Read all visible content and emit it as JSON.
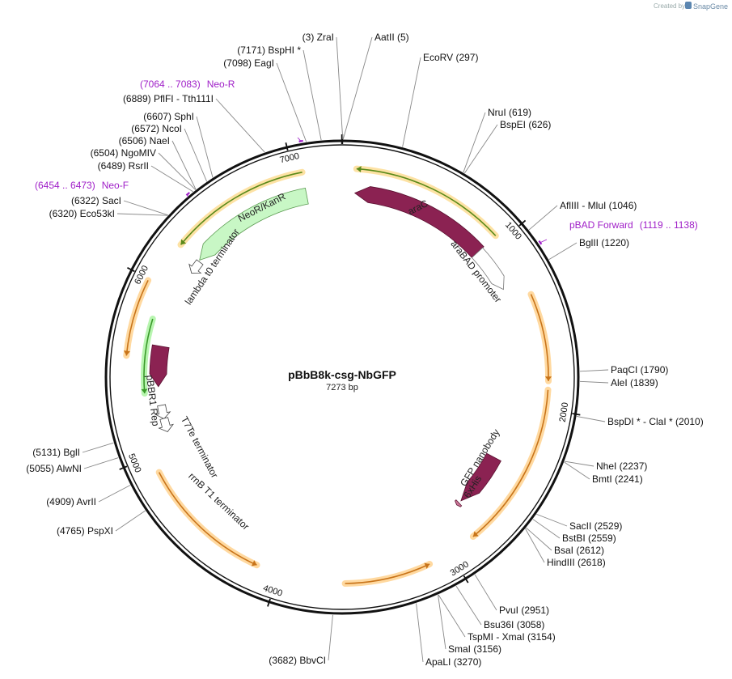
{
  "credit": {
    "prefix": "Created by",
    "brand": "SnapGene"
  },
  "plasmid": {
    "name": "pBbB8k-csg-NbGFP",
    "length": "7273 bp",
    "total_bp": 7273
  },
  "ticks": [
    {
      "pos": 0,
      "label": ""
    },
    {
      "pos": 1000,
      "label": "1000"
    },
    {
      "pos": 2000,
      "label": "2000"
    },
    {
      "pos": 3000,
      "label": "3000"
    },
    {
      "pos": 4000,
      "label": "4000"
    },
    {
      "pos": 5000,
      "label": "5000"
    },
    {
      "pos": 6000,
      "label": "6000"
    },
    {
      "pos": 7000,
      "label": "7000"
    }
  ],
  "features": [
    {
      "name": "araC",
      "start": 80,
      "end": 957,
      "direction": "reverse",
      "color": "#8b2252",
      "style": "arrow"
    },
    {
      "name": "araBAD promoter",
      "start": 957,
      "end": 1242,
      "direction": "forward",
      "color": "#ffffff",
      "style": "promoter"
    },
    {
      "name": "NeoR/KanR",
      "start": 6250,
      "end": 7050,
      "direction": "reverse",
      "color": "#c8f7c5",
      "style": "arrow"
    },
    {
      "name": "lambda t0 terminator",
      "start": 6152,
      "end": 6246,
      "direction": "reverse",
      "color": "#ffffff",
      "style": "terminator"
    },
    {
      "name": "pBBR1 Rep",
      "start": 5395,
      "end": 5650,
      "direction": "reverse",
      "color": "#8b2252",
      "style": "arrow"
    },
    {
      "name": "T7Te terminator",
      "start": 5215,
      "end": 5260,
      "direction": "reverse",
      "color": "#ffffff",
      "style": "terminator"
    },
    {
      "name": "rrnB T1 terminator",
      "start": 5120,
      "end": 5190,
      "direction": "reverse",
      "color": "#ffffff",
      "style": "terminator"
    },
    {
      "name": "GFP nanobody",
      "start": 2380,
      "end": 2750,
      "direction": "forward",
      "color": "#8b2252",
      "style": "arrow"
    },
    {
      "name": "6xHis",
      "start": 2770,
      "end": 2790,
      "direction": "forward",
      "color": "#cc7799",
      "style": "tag"
    }
  ],
  "orfs": [
    {
      "start": 80,
      "end": 957,
      "direction": "reverse",
      "color": "orange-green"
    },
    {
      "start": 6250,
      "end": 7050,
      "direction": "reverse",
      "color": "orange-green"
    },
    {
      "start": 1340,
      "end": 1840,
      "direction": "forward",
      "color": "orange"
    },
    {
      "start": 1890,
      "end": 2840,
      "direction": "forward",
      "color": "orange"
    },
    {
      "start": 3130,
      "end": 3620,
      "direction": "reverse",
      "color": "orange"
    },
    {
      "start": 4130,
      "end": 4900,
      "direction": "reverse",
      "color": "orange"
    },
    {
      "start": 5360,
      "end": 5800,
      "direction": "reverse",
      "color": "green"
    },
    {
      "start": 5570,
      "end": 5990,
      "direction": "reverse",
      "color": "orange"
    }
  ],
  "primers": [
    {
      "name": "Neo-R",
      "range": "(7064 .. 7083)",
      "pos": 7073,
      "direction": "reverse",
      "color": "#a020c8"
    },
    {
      "name": "pBAD Forward",
      "range": "(1119 .. 1138)",
      "pos": 1128,
      "direction": "forward",
      "color": "#a020c8"
    },
    {
      "name": "Neo-F",
      "range": "(6454 .. 6473)",
      "pos": 6463,
      "direction": "forward",
      "color": "#a020c8"
    }
  ],
  "sites": [
    {
      "pos": 3,
      "text": "(3)  ZraI"
    },
    {
      "pos": 5,
      "text": "AatII  (5)"
    },
    {
      "pos": 297,
      "text": "EcoRV  (297)"
    },
    {
      "pos": 619,
      "text": "NruI  (619)"
    },
    {
      "pos": 626,
      "text": "BspEI  (626)"
    },
    {
      "pos": 1046,
      "text": "AflIII  - MluI  (1046)"
    },
    {
      "pos": 1220,
      "text": "BglII  (1220)"
    },
    {
      "pos": 1790,
      "text": "PaqCI  (1790)"
    },
    {
      "pos": 1839,
      "text": "AleI  (1839)"
    },
    {
      "pos": 2010,
      "text": "BspDI *  - ClaI *  (2010)"
    },
    {
      "pos": 2237,
      "text": "NheI  (2237)"
    },
    {
      "pos": 2241,
      "text": "BmtI  (2241)"
    },
    {
      "pos": 2529,
      "text": "SacII  (2529)"
    },
    {
      "pos": 2559,
      "text": "BstBI  (2559)"
    },
    {
      "pos": 2612,
      "text": "BsaI  (2612)"
    },
    {
      "pos": 2618,
      "text": "HindIII  (2618)"
    },
    {
      "pos": 2951,
      "text": "PvuI  (2951)"
    },
    {
      "pos": 3058,
      "text": "Bsu36I  (3058)"
    },
    {
      "pos": 3154,
      "text": "TspMI  - XmaI  (3154)"
    },
    {
      "pos": 3156,
      "text": "SmaI  (3156)"
    },
    {
      "pos": 3270,
      "text": "ApaLI  (3270)"
    },
    {
      "pos": 3682,
      "text": "(3682)  BbvCI"
    },
    {
      "pos": 4765,
      "text": "(4765)  PspXI"
    },
    {
      "pos": 4909,
      "text": "(4909)  AvrII"
    },
    {
      "pos": 5055,
      "text": "(5055)  AlwNI"
    },
    {
      "pos": 5131,
      "text": "(5131)  BglI"
    },
    {
      "pos": 6320,
      "text": "(6320)  Eco53kI"
    },
    {
      "pos": 6322,
      "text": "(6322)  SacI"
    },
    {
      "pos": 6489,
      "text": "(6489)  RsrII"
    },
    {
      "pos": 6504,
      "text": "(6504)  NgoMIV"
    },
    {
      "pos": 6506,
      "text": "(6506)  NaeI"
    },
    {
      "pos": 6572,
      "text": "(6572)  NcoI"
    },
    {
      "pos": 6607,
      "text": "(6607)  SphI"
    },
    {
      "pos": 6889,
      "text": "(6889)  PflFI  - Tth111I"
    },
    {
      "pos": 7098,
      "text": "(7098)  EagI"
    },
    {
      "pos": 7171,
      "text": "(7171)  BspHI *"
    }
  ]
}
